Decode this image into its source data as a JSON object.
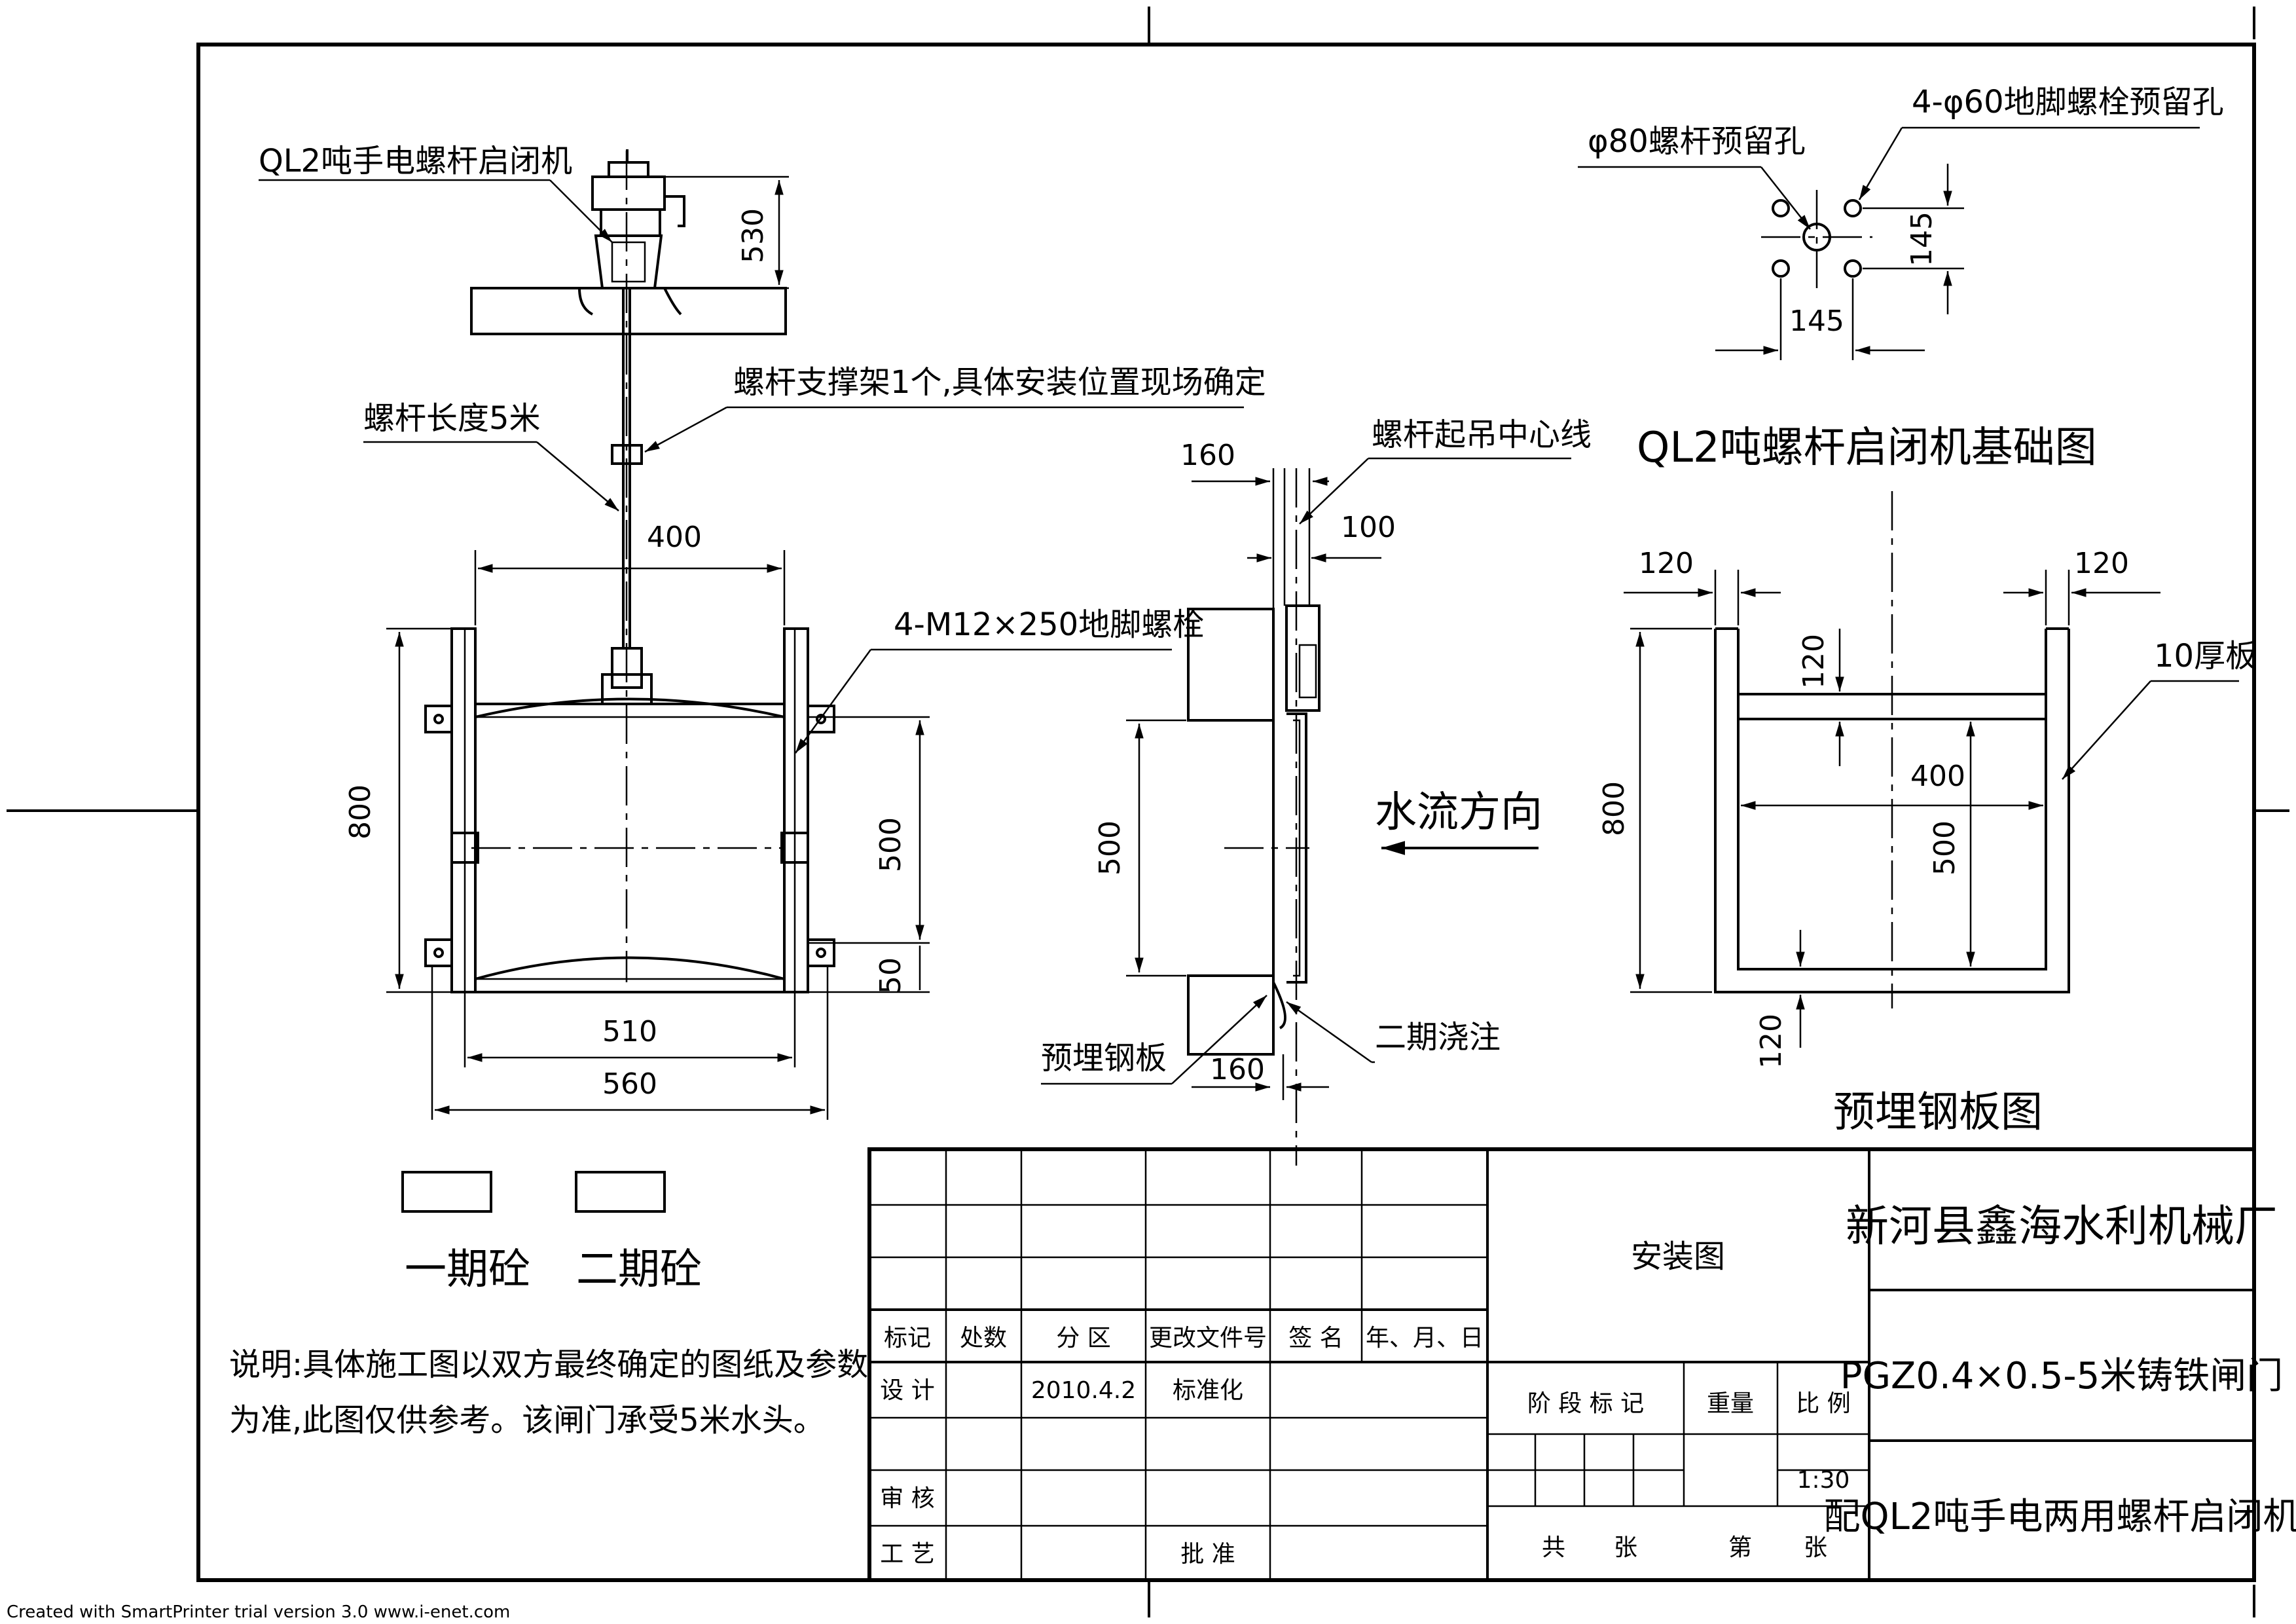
{
  "front_view": {
    "hoist_label": "QL2吨手电螺杆启闭机",
    "screw_length_label": "螺杆长度5米",
    "support_label": "螺杆支撑架1个,具体安装位置现场确定",
    "anchor_bolt_label": "4-M12×250地脚螺栓",
    "dim_530": "530",
    "dim_400": "400",
    "dim_800": "800",
    "dim_500": "500",
    "dim_50": "50",
    "dim_510": "510",
    "dim_560": "560"
  },
  "side_view": {
    "dim_160_top": "160",
    "lift_center_label": "螺杆起吊中心线",
    "dim_100": "100",
    "dim_500": "500",
    "water_flow_label": "水流方向",
    "embedded_plate_label": "预埋钢板",
    "second_pour_label": "二期浇注",
    "dim_160_bottom": "160"
  },
  "foundation_plan": {
    "hole80_label": "φ80螺杆预留孔",
    "hole60_label": "4-φ60地脚螺栓预留孔",
    "dim_145_v": "145",
    "dim_145_h": "145",
    "title": "QL2吨螺杆启闭机基础图"
  },
  "embedded_plate_view": {
    "dim_120_left": "120",
    "dim_120_right": "120",
    "dim_120_inner": "120",
    "thick_label": "10厚板",
    "dim_800": "800",
    "dim_400": "400",
    "dim_500": "500",
    "dim_120_bottom": "120",
    "title": "预埋钢板图"
  },
  "legend": {
    "first_stage": "一期砼",
    "second_stage": "二期砼"
  },
  "notes": {
    "line1": "说明:具体施工图以双方最终确定的图纸及参数",
    "line2": "为准,此图仅供参考。该闸门承受5米水头。"
  },
  "title_block": {
    "col_mark": "标记",
    "col_count": "处数",
    "col_zone": "分 区",
    "col_change_doc": "更改文件号",
    "col_sign": "签 名",
    "col_date": "年、月、日",
    "design": "设 计",
    "design_date": "2010.4.2",
    "standardize": "标准化",
    "review": "审 核",
    "process": "工 艺",
    "approve": "批 准",
    "drawing_name": "安装图",
    "stage_mark": "阶 段 标 记",
    "weight": "重量",
    "scale_label": "比 例",
    "scale_value": "1:30",
    "total_sheets": "共",
    "sheets_unit_1": "张",
    "sheet_no": "第",
    "sheets_unit_2": "张",
    "company": "新河县鑫海水利机械厂",
    "product_line1": "PGZ0.4×0.5-5米铸铁闸门",
    "product_line2": "配QL2吨手电两用螺杆启闭机"
  },
  "footer": "Created with SmartPrinter trial version 3.0  www.i-enet.com"
}
